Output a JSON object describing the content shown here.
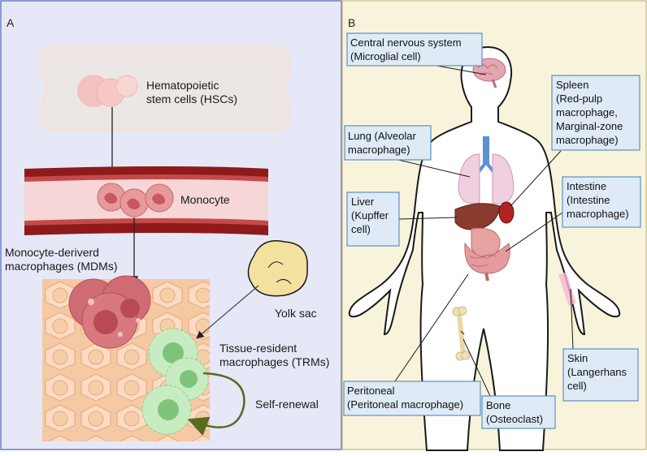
{
  "panel_a": {
    "letter": "A",
    "hsc_label": [
      "Hematopoietic",
      "stem cells (HSCs)"
    ],
    "monocyte_label": "Monocyte",
    "mdm_label": [
      "Monocyte-deriverd",
      "macrophages (MDMs)"
    ],
    "yolk_sac_label": "Yolk sac",
    "trm_label": [
      "Tissue-resident",
      "macrophages (TRMs)"
    ],
    "self_renewal_label": "Self-renewal"
  },
  "panel_b": {
    "letter": "B",
    "boxes": {
      "cns": [
        "Central nervous system",
        "(Microglial cell)"
      ],
      "spleen": [
        "Spleen",
        "(Red-pulp",
        "macrophage,",
        "Marginal-zone",
        "macrophage)"
      ],
      "lung": [
        "Lung (Alveolar",
        "macrophage)"
      ],
      "liver": [
        "Liver",
        "(Kupffer",
        "cell)"
      ],
      "intestine": [
        "Intestine",
        "(Intestine",
        "macrophage)"
      ],
      "skin": [
        "Skin",
        "(Langerhans",
        "cell)"
      ],
      "peritoneal": [
        "Peritoneal",
        "(Peritoneal macrophage)"
      ],
      "bone": [
        "Bone",
        "(Osteoclast)"
      ]
    }
  },
  "colors": {
    "panel_a_bg": "#e6e8f7",
    "panel_b_bg": "#f8f4dc",
    "box_fill": "#dfeaf7",
    "box_stroke": "#5b8fc4",
    "vessel_dark": "#8e1a1a",
    "vessel_light": "#f6d6d6",
    "cell_pink": "#d97b82",
    "trm_green": "#c7ecc2",
    "arrow_green": "#556b1e"
  }
}
